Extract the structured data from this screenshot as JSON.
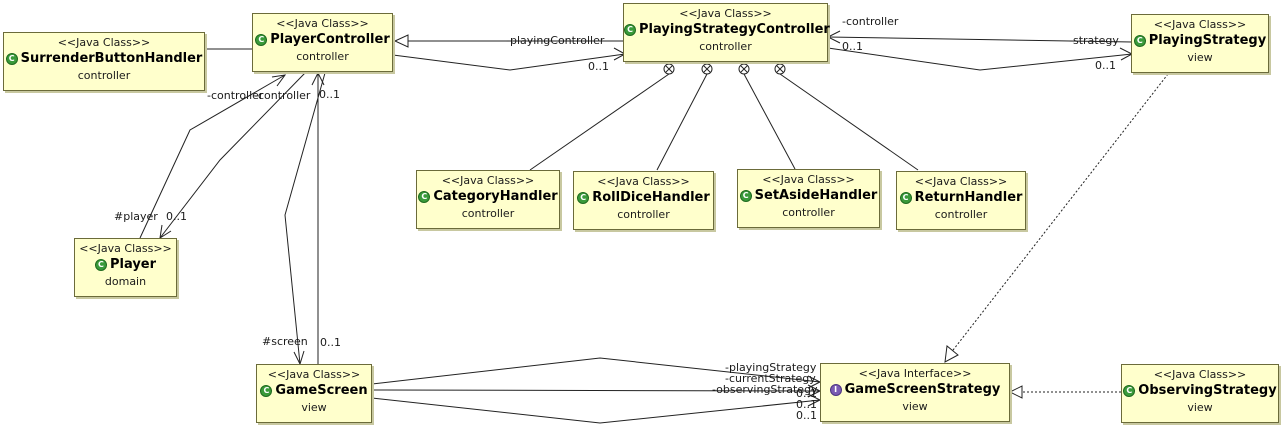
{
  "classes": {
    "surrender": {
      "stereotype": "<<Java Class>>",
      "name": "SurrenderButtonHandler",
      "package": "controller",
      "icon": "class-icon"
    },
    "playerController": {
      "stereotype": "<<Java Class>>",
      "name": "PlayerController",
      "package": "controller",
      "icon": "class-icon"
    },
    "playingStrategyController": {
      "stereotype": "<<Java Class>>",
      "name": "PlayingStrategyController",
      "package": "controller",
      "icon": "class-icon"
    },
    "playingStrategy": {
      "stereotype": "<<Java Class>>",
      "name": "PlayingStrategy",
      "package": "view",
      "icon": "class-icon"
    },
    "categoryHandler": {
      "stereotype": "<<Java Class>>",
      "name": "CategoryHandler",
      "package": "controller",
      "icon": "class-icon"
    },
    "rollDiceHandler": {
      "stereotype": "<<Java Class>>",
      "name": "RollDiceHandler",
      "package": "controller",
      "icon": "class-icon"
    },
    "setAsideHandler": {
      "stereotype": "<<Java Class>>",
      "name": "SetAsideHandler",
      "package": "controller",
      "icon": "class-icon"
    },
    "returnHandler": {
      "stereotype": "<<Java Class>>",
      "name": "ReturnHandler",
      "package": "controller",
      "icon": "class-icon"
    },
    "player": {
      "stereotype": "<<Java Class>>",
      "name": "Player",
      "package": "domain",
      "icon": "class-icon"
    },
    "gameScreen": {
      "stereotype": "<<Java Class>>",
      "name": "GameScreen",
      "package": "view",
      "icon": "class-icon"
    },
    "gameScreenStrategy": {
      "stereotype": "<<Java Interface>>",
      "name": "GameScreenStrategy",
      "package": "view",
      "icon": "interface-icon"
    },
    "observingStrategy": {
      "stereotype": "<<Java Class>>",
      "name": "ObservingStrategy",
      "package": "view",
      "icon": "class-icon"
    }
  },
  "labels": {
    "pcPlayingController": "-playingController",
    "pcMult01": "0..1",
    "pscController": "-controller",
    "pscMult01": "0..1",
    "psStrategy": "-strategy",
    "psMult01": "0..1",
    "pcControllerA": "-controller",
    "pcControllerB": "-controller",
    "pcMultTop": "0..1",
    "playerRole": "#player",
    "playerMult": "0..1",
    "screenRole": "#screen",
    "screenMult": "0..1",
    "gssPlaying": "-playingStrategy",
    "gssCurrent": "-currentStrategy",
    "gssObserving": "-observingStrategy",
    "gssMult1": "0..1",
    "gssMult2": "0..1",
    "gssMult3": "0..1"
  }
}
